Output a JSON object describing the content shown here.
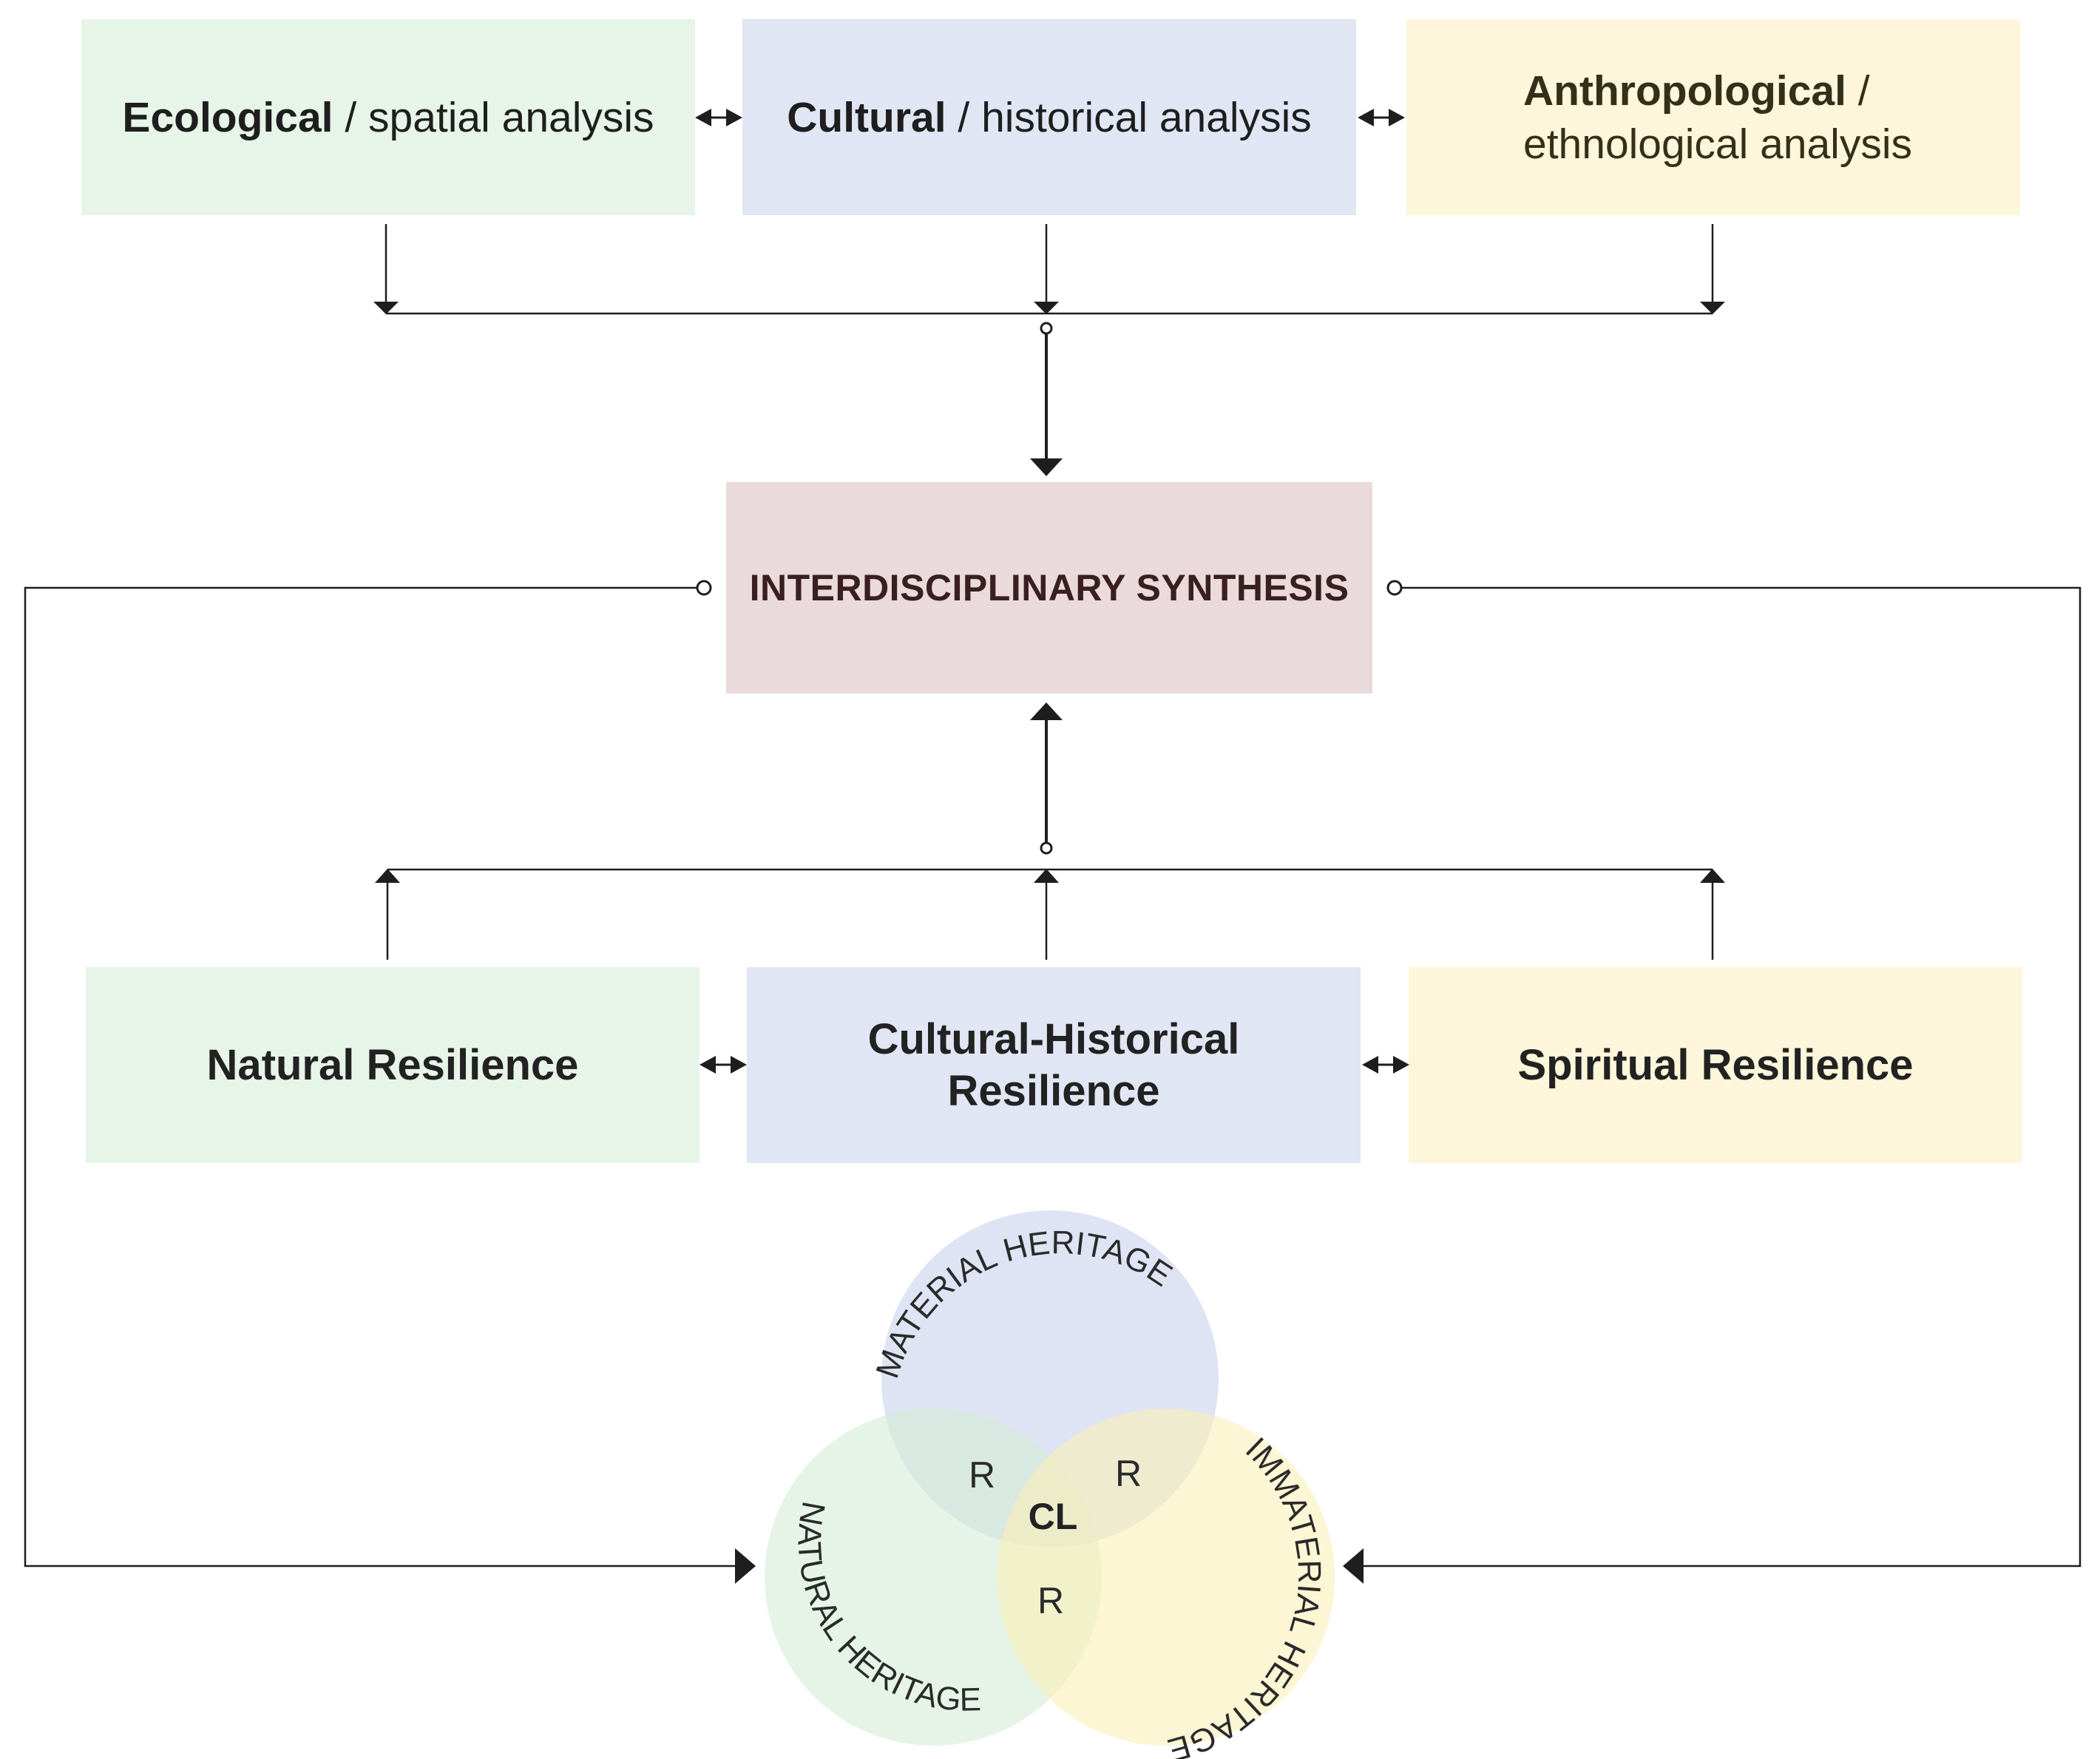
{
  "analysis_boxes": {
    "ecological": {
      "bold": "Ecological",
      "rest": " / spatial analysis"
    },
    "cultural": {
      "bold": "Cultural",
      "rest": " / historical analysis"
    },
    "anthropological": {
      "bold": "Anthropological",
      "rest_line1": " /",
      "line2": "ethnological analysis"
    }
  },
  "synthesis": {
    "label": "INTERDISCIPLINARY SYNTHESIS"
  },
  "resilience_boxes": {
    "natural": "Natural Resilience",
    "cultural_historical_line1": "Cultural-Historical",
    "cultural_historical_line2": "Resilience",
    "spiritual": "Spiritual Resilience"
  },
  "venn": {
    "material": "MATERIAL HERITAGE",
    "natural": "NATURAL HERITAGE",
    "immaterial": "IMMATERIAL HERITAGE",
    "overlap_left": "R",
    "overlap_right": "R",
    "overlap_bottom": "R",
    "center": "CL"
  },
  "colors": {
    "green": "#e7f4e8",
    "blue": "#e0e6f3",
    "yellow": "#fdf6da",
    "pink": "#ebdadb",
    "line": "#1e1e1e"
  }
}
